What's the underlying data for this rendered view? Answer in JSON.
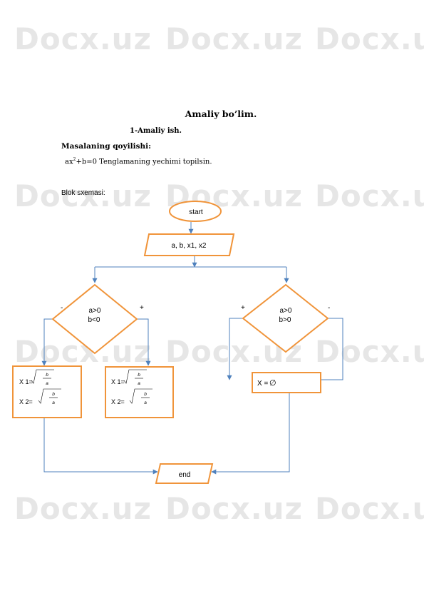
{
  "watermark": "Docx.uz",
  "title": "Amaliy bo’lim.",
  "subtitle": "1-Amaliy ish.",
  "problem_label": "Masalaning qoyilishi:",
  "equation": {
    "base": "ax",
    "exponent": "2",
    "rest": "+b=0 Tenglamaning yechimi topilsin."
  },
  "block_label": "Blok sxemasi:",
  "flowchart": {
    "start": "start",
    "input": "a, b, x1, x2",
    "decision_left": {
      "line1": "a>0",
      "line2": "b<0",
      "neg_label": "-",
      "pos_label": "+"
    },
    "decision_right": {
      "line1": "a>0",
      "line2": "b>0",
      "pos_label": "+",
      "neg_label": "-"
    },
    "box_left": {
      "x1_label": "X 1=",
      "x2_label": "X 2=",
      "num": "b",
      "den": "a"
    },
    "box_mid": {
      "x1_label": "X 1=",
      "x2_label": "X 2=",
      "num": "b",
      "den": "a"
    },
    "box_right": {
      "label": "X =",
      "symbol": "∅"
    },
    "end": "end"
  },
  "colors": {
    "shape_stroke": "#f0943a",
    "arrow": "#4f81bd",
    "watermark": "#e6e6e6"
  }
}
